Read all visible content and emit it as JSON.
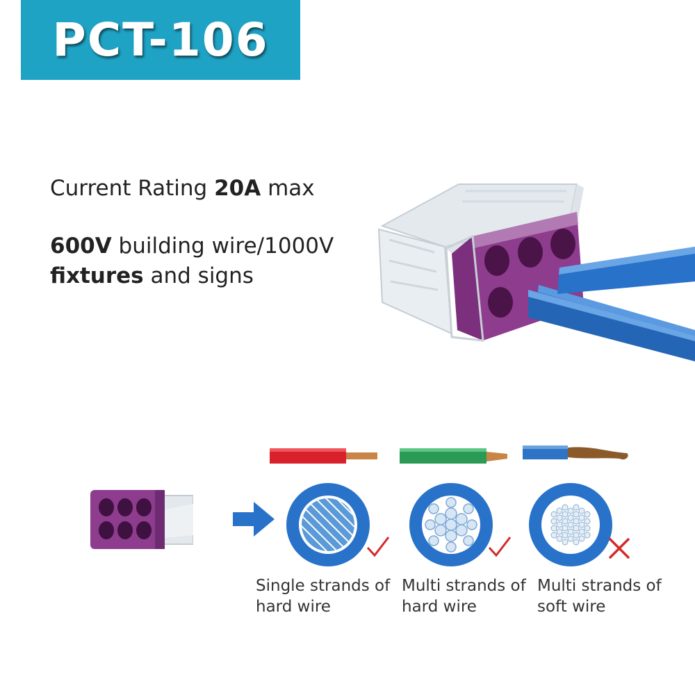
{
  "title": "PCT-106",
  "specs": {
    "current_prefix": "Current Rating ",
    "current_value": "20A",
    "current_suffix": " max",
    "voltage_value": "600V",
    "voltage_text_1": " building wire/1000V ",
    "voltage_bold": "fixtures",
    "voltage_text_2": " and signs"
  },
  "wire_types": [
    {
      "line1": "Single strands of",
      "line2": "hard wire",
      "accepted": true,
      "color": "#d8212b"
    },
    {
      "line1": "Multi strands of",
      "line2": "hard wire",
      "accepted": true,
      "color": "#2a9a55"
    },
    {
      "line1": "Multi strands of",
      "line2": "soft wire",
      "accepted": false,
      "color": "#2f73c4"
    }
  ],
  "colors": {
    "accent": "#1fa3c5",
    "connector": "#8e3c8e",
    "wire_blue": "#2872c9",
    "check": "#d42a2a"
  },
  "icons": [
    "connector-icon",
    "arrow-right-icon",
    "check-icon",
    "cross-icon"
  ]
}
